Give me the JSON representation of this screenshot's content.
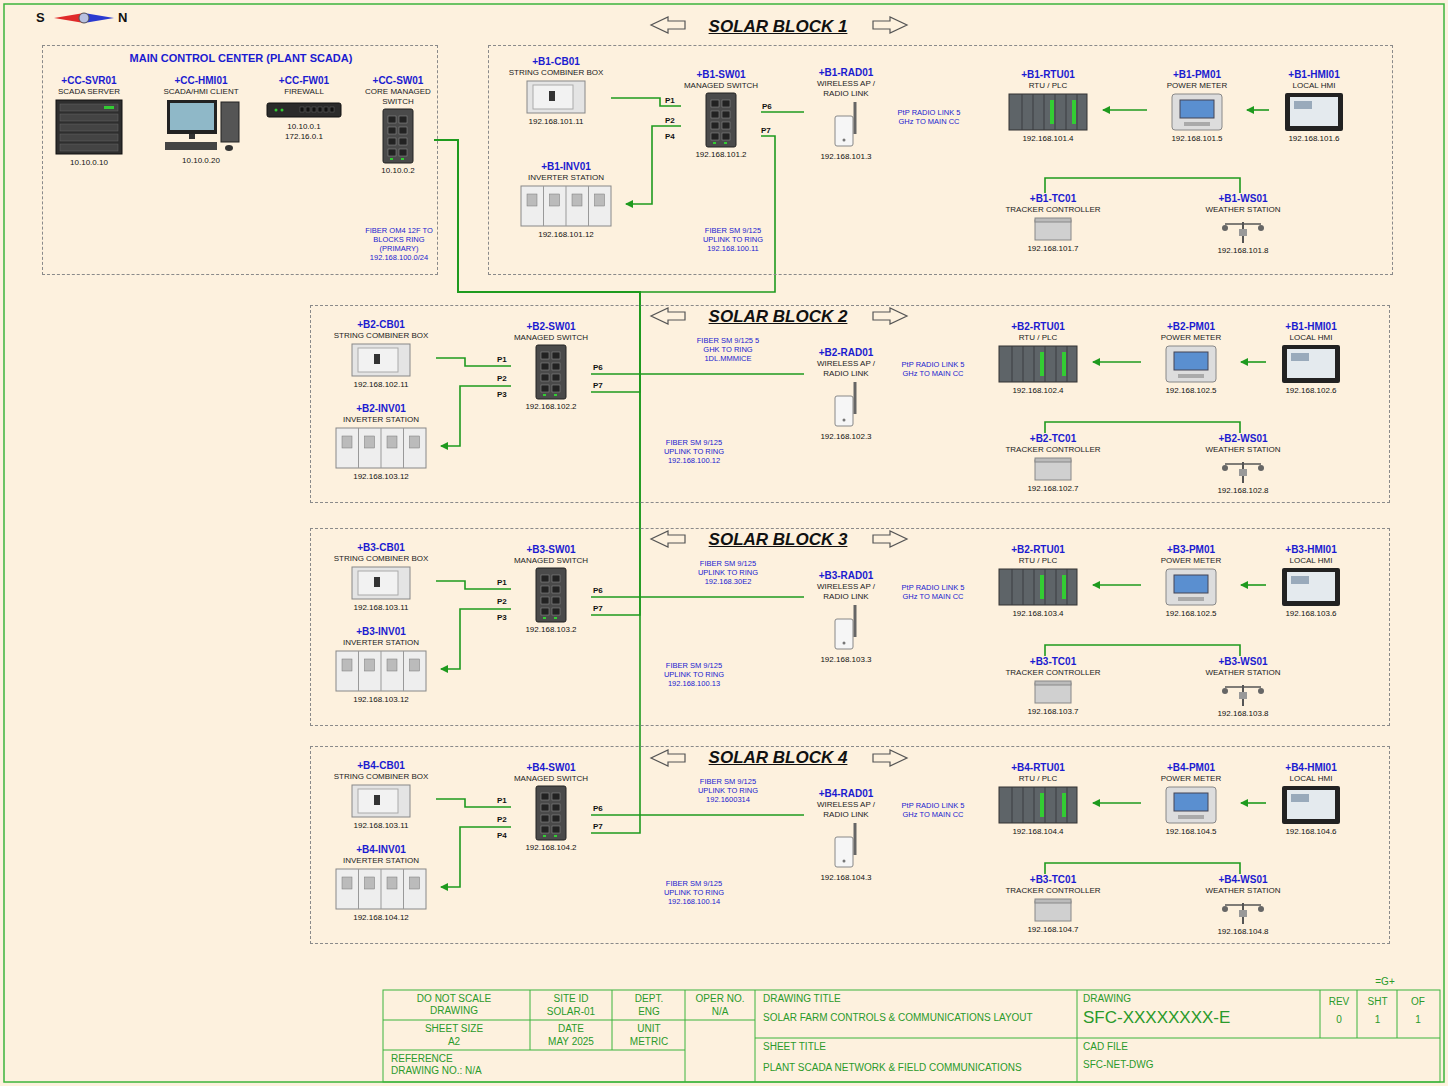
{
  "diagram": {
    "nodes": [
      {
        "text": [
          "MAIN CONTROL CENTER (PLANT SCADA)"
        ]
      },
      {
        "text": [
          "+CC-SVR01",
          "SCADA SERVER",
          "10.10.0.10"
        ],
        "in": 0
      },
      {
        "text": [
          "+CC-HMI01",
          "SCADA/HMI CLIENT",
          "10.10.0.20"
        ],
        "in": 0
      },
      {
        "text": [
          "+CC-FW01",
          "FIREWALL",
          "10.10.0.1",
          "172.16.0.1"
        ],
        "in": 0
      },
      {
        "text": [
          "+CC-SW01",
          "CORE MANAGED SWITCH",
          "10.10.0.2"
        ],
        "in": 0
      },
      {
        "text": [
          "SOLAR BLOCK 1"
        ]
      },
      {
        "text": [
          "+B1-CB01",
          "STRING COMBINER BOX",
          "192.168.101.11"
        ],
        "in": 5
      },
      {
        "text": [
          "+B1-INV01",
          "INVERTER STATION",
          "192.168.101.12"
        ],
        "in": 5
      },
      {
        "text": [
          "+B1-SW01",
          "MANAGED SWITCH",
          "192.168.101.2"
        ],
        "in": 5
      },
      {
        "text": [
          "+B1-RAD01",
          "WIRELESS AP / RADIO LINK",
          "192.168.101.3"
        ],
        "in": 5
      },
      {
        "text": [
          "+B1-RTU01",
          "RTU / PLC",
          "192.168.101.4"
        ],
        "in": 5
      },
      {
        "text": [
          "+B1-PM01",
          "POWER METER",
          "192.168.101.5"
        ],
        "in": 5
      },
      {
        "text": [
          "+B1-HMI01",
          "LOCAL HMI",
          "192.168.101.6"
        ],
        "in": 5
      },
      {
        "text": [
          "+B1-TC01",
          "TRACKER CONTROLLER",
          "192.168.101.7"
        ],
        "in": 5
      },
      {
        "text": [
          "+B1-WS01",
          "WEATHER STATION",
          "192.168.101.8"
        ],
        "in": 5
      },
      {
        "text": [
          "SOLAR BLOCK 2"
        ]
      },
      {
        "text": [
          "+B2-CB01",
          "STRING COMBINER BOX",
          "192.168.102.11"
        ],
        "in": 15
      },
      {
        "text": [
          "+B2-INV01",
          "INVERTER STATION",
          "192.168.103.12"
        ],
        "in": 15
      },
      {
        "text": [
          "+B2-SW01",
          "MANAGED SWITCH",
          "192.168.102.2"
        ],
        "in": 15
      },
      {
        "text": [
          "+B2-RAD01",
          "WIRELESS AP / RADIO LINK",
          "192.168.102.3"
        ],
        "in": 15
      },
      {
        "text": [
          "+B2-RTU01",
          "RTU / PLC",
          "192.168.102.4"
        ],
        "in": 15
      },
      {
        "text": [
          "+B2-PM01",
          "POWER METER",
          "192.168.102.5"
        ],
        "in": 15
      },
      {
        "text": [
          "+B1-HMI01",
          "LOCAL HMI",
          "192.168.102.6"
        ],
        "in": 15
      },
      {
        "text": [
          "+B2-TC01",
          "TRACKER CONTROLLER",
          "192.168.102.7"
        ],
        "in": 15
      },
      {
        "text": [
          "+B2-WS01",
          "WEATHER STATION",
          "192.168.102.8"
        ],
        "in": 15
      },
      {
        "text": [
          "SOLAR BLOCK 3"
        ]
      },
      {
        "text": [
          "+B3-CB01",
          "STRING COMBINER BOX",
          "192.168.103.11"
        ],
        "in": 25
      },
      {
        "text": [
          "+B3-INV01",
          "INVERTER STATION",
          "192.168.103.12"
        ],
        "in": 25
      },
      {
        "text": [
          "+B3-SW01",
          "MANAGED SWITCH",
          "192.168.103.2"
        ],
        "in": 25
      },
      {
        "text": [
          "+B3-RAD01",
          "WIRELESS AP / RADIO LINK",
          "192.168.103.3"
        ],
        "in": 25
      },
      {
        "text": [
          "+B2-RTU01",
          "RTU / PLC",
          "192.168.103.4"
        ],
        "in": 25
      },
      {
        "text": [
          "+B3-PM01",
          "POWER METER",
          "192.168.102.5"
        ],
        "in": 25
      },
      {
        "text": [
          "+B3-HMI01",
          "LOCAL HMI",
          "192.168.103.6"
        ],
        "in": 25
      },
      {
        "text": [
          "+B3-TC01",
          "TRACKER CONTROLLER",
          "192.168.103.7"
        ],
        "in": 25
      },
      {
        "text": [
          "+B3-WS01",
          "WEATHER STATION",
          "192.168.103.8"
        ],
        "in": 25
      },
      {
        "text": [
          "SOLAR BLOCK 4"
        ]
      },
      {
        "text": [
          "+B4-CB01",
          "STRING COMBINER BOX",
          "192.168.103.11"
        ],
        "in": 35
      },
      {
        "text": [
          "+B4-INV01",
          "INVERTER STATION",
          "192.168.104.12"
        ],
        "in": 35
      },
      {
        "text": [
          "+B4-SW01",
          "MANAGED SWITCH",
          "192.168.104.2"
        ],
        "in": 35
      },
      {
        "text": [
          "+B4-RAD01",
          "WIRELESS AP / RADIO LINK",
          "192.168.104.3"
        ],
        "in": 35
      },
      {
        "text": [
          "+B4-RTU01",
          "RTU / PLC",
          "192.168.104.4"
        ],
        "in": 35
      },
      {
        "text": [
          "+B4-PM01",
          "POWER METER",
          "192.168.104.5"
        ],
        "in": 35
      },
      {
        "text": [
          "+B4-HMI01",
          "LOCAL HMI",
          "192.168.104.6"
        ],
        "in": 35
      },
      {
        "text": [
          "+B3-TC01",
          "TRACKER CONTROLLER",
          "192.168.104.7"
        ],
        "in": 35
      },
      {
        "text": [
          "+B4-WS01",
          "WEATHER STATION",
          "192.168.104.8"
        ],
        "in": 35
      }
    ],
    "edges": [
      {
        "from": 6,
        "to": 8,
        "arrow": "none",
        "label": "P1"
      },
      {
        "from": 8,
        "to": 7,
        "arrow": "to",
        "label": "P2"
      },
      {
        "from": 8,
        "to": 9,
        "arrow": "none",
        "label": "P6"
      },
      {
        "from": 11,
        "to": 10,
        "arrow": "to"
      },
      {
        "from": 12,
        "to": 11,
        "arrow": "to"
      },
      {
        "from": 13,
        "to": 14,
        "arrow": "none"
      },
      {
        "from": 8,
        "to": 4,
        "arrow": "none",
        "label": "FIBER SM 9/125 UPLINK TO RING 192.168.100.11"
      },
      {
        "from": 16,
        "to": 18,
        "arrow": "none",
        "label": "P1"
      },
      {
        "from": 18,
        "to": 17,
        "arrow": "to",
        "label": "P2"
      },
      {
        "from": 18,
        "to": 19,
        "arrow": "none",
        "label": "P6"
      },
      {
        "from": 21,
        "to": 20,
        "arrow": "to"
      },
      {
        "from": 22,
        "to": 21,
        "arrow": "to"
      },
      {
        "from": 23,
        "to": 24,
        "arrow": "none"
      },
      {
        "from": 18,
        "to": 4,
        "arrow": "none",
        "label": "FIBER SM 9/125 UPLINK TO RING 192.168.100.12"
      },
      {
        "from": 26,
        "to": 28,
        "arrow": "none",
        "label": "P1"
      },
      {
        "from": 28,
        "to": 27,
        "arrow": "to",
        "label": "P2"
      },
      {
        "from": 28,
        "to": 29,
        "arrow": "none",
        "label": "P6"
      },
      {
        "from": 31,
        "to": 30,
        "arrow": "to"
      },
      {
        "from": 32,
        "to": 31,
        "arrow": "to"
      },
      {
        "from": 33,
        "to": 34,
        "arrow": "none"
      },
      {
        "from": 28,
        "to": 4,
        "arrow": "none",
        "label": "FIBER SM 9/125 UPLINK TO RING 192.168.100.13"
      },
      {
        "from": 36,
        "to": 38,
        "arrow": "none",
        "label": "P1"
      },
      {
        "from": 38,
        "to": 37,
        "arrow": "to",
        "label": "P2"
      },
      {
        "from": 38,
        "to": 39,
        "arrow": "none",
        "label": "P6"
      },
      {
        "from": 41,
        "to": 40,
        "arrow": "to"
      },
      {
        "from": 42,
        "to": 41,
        "arrow": "to"
      },
      {
        "from": 43,
        "to": 44,
        "arrow": "none"
      },
      {
        "from": 38,
        "to": 4,
        "arrow": "none",
        "label": "FIBER SM 9/125 UPLINK TO RING 192.168.100.14"
      }
    ],
    "labels": [
      "S",
      "N",
      "FIBER OM4 12F TO BLOCKS RING (PRIMARY) 192.168.100.0/24",
      "P4",
      "P7",
      "PtP RADIO LINK 5 GHz TO MAIN CC",
      "P3",
      "P7",
      "PtP RADIO LINK 5 GHz TO MAIN CC",
      "FIBER SM 9/125 5 GHK TO RING 1DL.MMMICE",
      "P3",
      "P7",
      "PtP RADIO LINK 5 GHz TO MAIN CC",
      "FIBER SM 9/125 UPLINK TO RING 192.168.30E2",
      "P4",
      "P7",
      "PtP RADIO LINK 5 GHz TO MAIN CC",
      "FIBER SM 9/125 UPLINK TO RING 192.1600314",
      "DO NOT SCALE DRAWING",
      "SITE ID",
      "SOLAR-01",
      "DEPT.",
      "ENG",
      "OPER NO.",
      "N/A",
      "SHEET SIZE",
      "A2",
      "DATE",
      "MAY 2025",
      "UNIT",
      "METRIC",
      "REFERENCE DRAWING NO.: N/A",
      "DRAWING TITLE",
      "SOLAR FARM CONTROLS & COMMUNICATIONS LAYOUT",
      "SHEET TITLE",
      "PLANT SCADA NETWORK & FIELD COMMUNICATIONS",
      "DRAWING",
      "SFC-XXXXXXXX-E",
      "CAD FILE",
      "SFC-NET-DWG",
      "REV",
      "0",
      "SHT",
      "1",
      "OF",
      "1",
      "=G+"
    ]
  }
}
